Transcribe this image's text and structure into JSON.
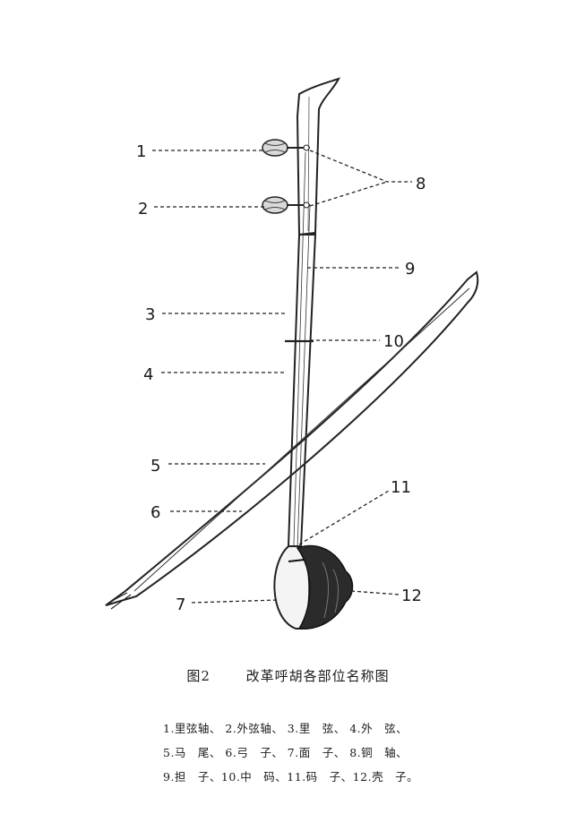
{
  "labels": [
    "1",
    "2",
    "3",
    "4",
    "5",
    "6",
    "7",
    "8",
    "9",
    "10",
    "11",
    "12"
  ],
  "caption": {
    "figure": "图2",
    "title": "改革呼胡各部位名称图"
  },
  "legend_lines": [
    "1.里弦轴、 2.外弦轴、 3.里　弦、 4.外　弦、",
    "5.马　尾、 6.弓　子、 7.面　子、 8.铜　轴、",
    "9.担　子、10.中　码、11.码　子、12.壳　子。"
  ],
  "colors": {
    "ink": "#1a1a1a",
    "shell": "#2b2b2b"
  }
}
